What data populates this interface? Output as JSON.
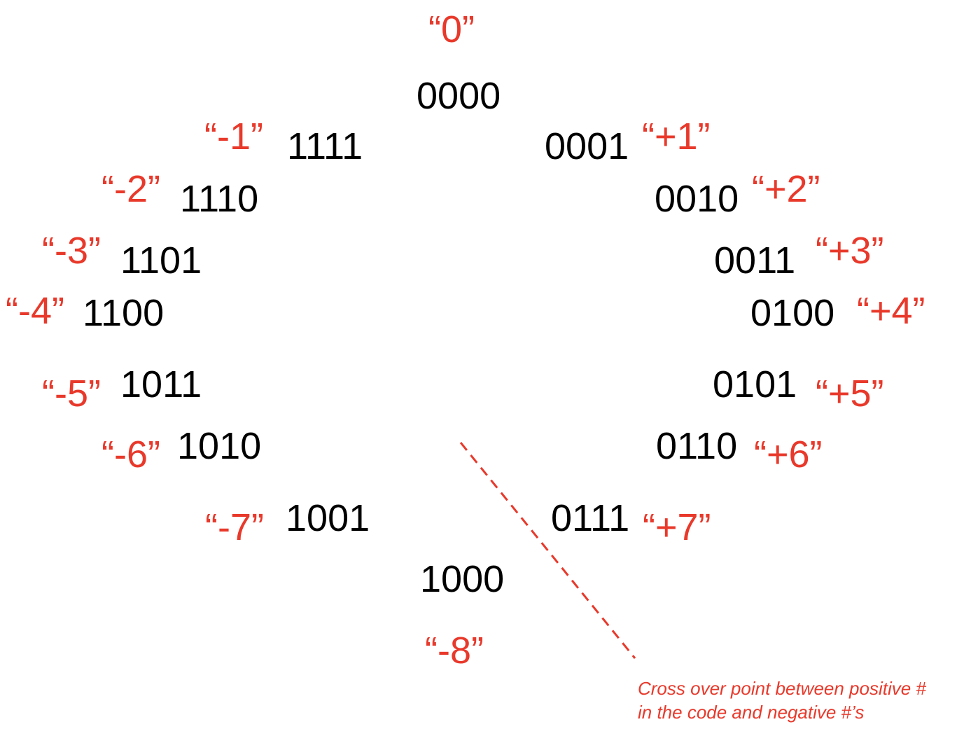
{
  "codes": [
    {
      "binary": "0000",
      "value": "“0”"
    },
    {
      "binary": "0001",
      "value": "“+1”"
    },
    {
      "binary": "0010",
      "value": "“+2”"
    },
    {
      "binary": "0011",
      "value": "“+3”"
    },
    {
      "binary": "0100",
      "value": "“+4”"
    },
    {
      "binary": "0101",
      "value": "“+5”"
    },
    {
      "binary": "0110",
      "value": "“+6”"
    },
    {
      "binary": "0111",
      "value": "“+7”"
    },
    {
      "binary": "1000",
      "value": "“-8”"
    },
    {
      "binary": "1001",
      "value": "“-7”"
    },
    {
      "binary": "1010",
      "value": "“-6”"
    },
    {
      "binary": "1011",
      "value": "“-5”"
    },
    {
      "binary": "1100",
      "value": "“-4”"
    },
    {
      "binary": "1101",
      "value": "“-3”"
    },
    {
      "binary": "1110",
      "value": "“-2”"
    },
    {
      "binary": "1111",
      "value": "“-1”"
    }
  ],
  "annotation": {
    "line1": "Cross over point between positive #",
    "line2": "in the code and negative #’s"
  },
  "colors": {
    "code_text": "#000000",
    "value_text": "#e8392b",
    "crossover_line": "#e8392b"
  }
}
